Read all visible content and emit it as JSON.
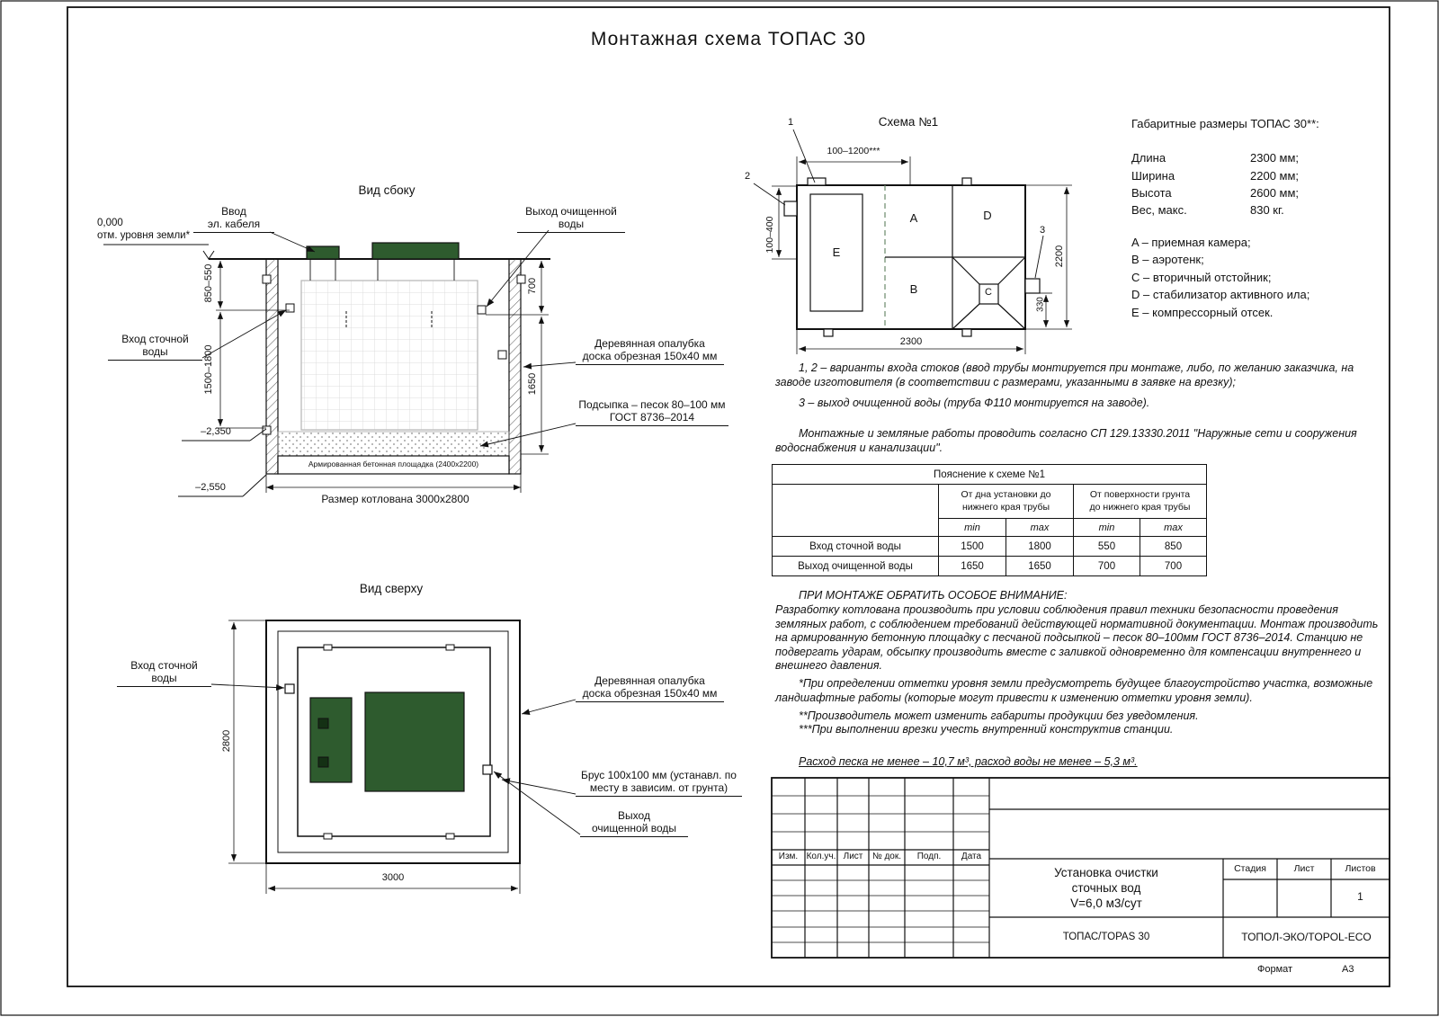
{
  "page": {
    "title": "Монтажная схема ТОПАС 30",
    "format_label": "Формат",
    "format_value": "А3"
  },
  "side_view": {
    "title": "Вид сбоку",
    "cable_label": "Ввод\nэл. кабеля",
    "outlet_label": "Выход очищенной\nводы",
    "ground_level": "0,000\nотм. уровня земли*",
    "inlet_label": "Вход сточной\nводы",
    "formwork_label": "Деревянная опалубка\nдоска обрезная 150х40 мм",
    "sand_label": "Подсыпка – песок 80–100 мм\nГОСТ 8736–2014",
    "concrete_label": "Армированная бетонная площадка (2400х2200)",
    "pit_label": "Размер котлована 3000х2800",
    "dim_left_top": "850–550",
    "dim_left_bottom": "1500–1800",
    "dim_right_top": "700",
    "dim_right_bottom": "1650",
    "level_tank_bottom": "–2,350",
    "level_pit_bottom": "–2,550"
  },
  "top_view": {
    "title": "Вид сверху",
    "inlet_label": "Вход сточной\nводы",
    "formwork_label": "Деревянная опалубка\nдоска обрезная 150х40 мм",
    "beam_label": "Брус 100х100 мм (устанавл. по\nместу в зависим. от грунта)",
    "outlet_label": "Выход\nочищенной воды",
    "dim_height": "2800",
    "dim_width": "3000"
  },
  "schema": {
    "title": "Схема №1",
    "callout_1": "1",
    "callout_2": "2",
    "callout_3": "3",
    "chamber_a": "A",
    "chamber_b": "B",
    "chamber_c": "C",
    "chamber_d": "D",
    "chamber_e": "E",
    "dim_top": "100–1200***",
    "dim_left": "100–400",
    "dim_right": "2200",
    "dim_outlet": "330",
    "dim_bottom": "2300"
  },
  "specs": {
    "title": "Габаритные размеры ТОПАС 30**:",
    "rows": [
      {
        "name": "Длина",
        "value": "2300 мм;"
      },
      {
        "name": "Ширина",
        "value": "2200 мм;"
      },
      {
        "name": "Высота",
        "value": "2600 мм;"
      },
      {
        "name": "Вес, макс.",
        "value": "830 кг."
      }
    ],
    "legend": [
      "A – приемная камера;",
      "B – аэротенк;",
      "C – вторичный отстойник;",
      "D – стабилизатор активного ила;",
      "E – компрессорный отсек."
    ]
  },
  "notes": {
    "variants": "1, 2 – варианты входа  стоков (ввод трубы монтируется при монтаже, либо, по желанию заказчика, на заводе изготовителя (в соответствии с размерами, указанными в заявке на врезку);",
    "outlet": "3 – выход очищенной воды (труба Ф110 монтируется на заводе).",
    "works": "Монтажные и земляные работы проводить согласно СП 129.13330.2011 \"Наружные сети и сооружения водоснабжения и канализации\"."
  },
  "table": {
    "title": "Пояснение к схеме №1",
    "group1": "От дна установки до\nнижнего края трубы",
    "group2": "От поверхности грунта\nдо нижнего края трубы",
    "min1": "min",
    "max1": "max",
    "min2": "min",
    "max2": "max",
    "rows": [
      {
        "name": "Вход сточной воды",
        "v1": "1500",
        "v2": "1800",
        "v3": "550",
        "v4": "850"
      },
      {
        "name": "Выход очищенной воды",
        "v1": "1650",
        "v2": "1650",
        "v3": "700",
        "v4": "700"
      }
    ]
  },
  "attention": {
    "heading": "ПРИ МОНТАЖЕ ОБРАТИТЬ ОСОБОЕ ВНИМАНИЕ:",
    "body": "Разработку котлована производить при условии соблюдения правил техники безопасности проведения земляных работ, с соблюдением требований действующей нормативной документации.  Монтаж производить на армированную бетонную площадку с песчаной подсыпкой – песок 80–100мм ГОСТ 8736–2014. Станцию не подвергать ударам, обсыпку производить вместе с заливкой одновременно для компенсации внутреннего и внешнего давления.",
    "fn1": "*При определении отметки уровня земли предусмотреть будущее благоустройство участка, возможные ландшафтные работы (которые могут привести к изменению отметки уровня земли).",
    "fn2": "**Производитель может изменить габариты продукции без уведомления.",
    "fn3": "***При выполнении врезки учесть внутренний конструктив станции.",
    "consumption": "Расход песка не менее – 10,7 м³, расход воды не менее – 5,3 м³."
  },
  "title_block": {
    "headers": [
      "Изм.",
      "Кол.уч.",
      "Лист",
      "№ док.",
      "Подп.",
      "Дата"
    ],
    "doc_title": "Установка очистки\nсточных вод\nV=6,0 м3/сут",
    "stage": "Стадия",
    "sheet": "Лист",
    "sheets": "Листов",
    "sheets_value": "1",
    "product": "ТОПАС/TOPAS 30",
    "company": "ТОПОЛ-ЭКО/TOPOL-ECO"
  },
  "colors": {
    "line": "#111111",
    "lid_green": "#2e5b2e",
    "hatch": "#555555",
    "schema_dashed": "#6a8a6a"
  }
}
